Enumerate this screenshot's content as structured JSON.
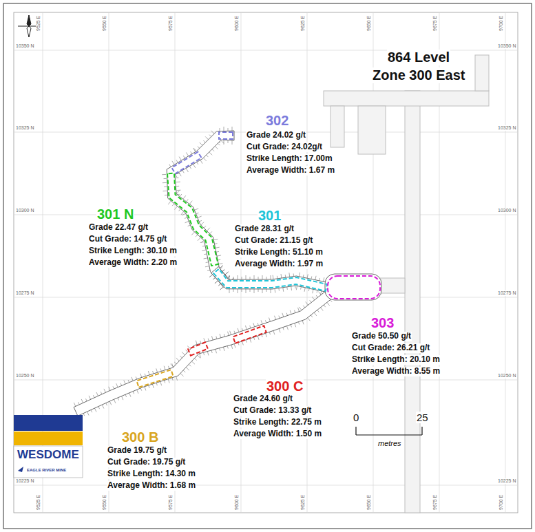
{
  "diagram": {
    "title": "864 Level",
    "labels": [
      "Zone 300 East",
      "302",
      "Grade 24.02 g/t",
      "Cut Grade: 24.02g/t",
      "Strike Length: 17.00m",
      "Average Width: 1.67 m",
      "301 N",
      "Grade 22.47 g/t",
      "Cut Grade: 14.75 g/t",
      "Strike Length: 30.10 m",
      "Average Width: 2.20 m",
      "301",
      "Grade 28.31 g/t",
      "Cut Grade: 21.15 g/t",
      "Strike Length: 51.10 m",
      "Average Width: 1.97 m",
      "303",
      "Grade 50.50 g/t",
      "Cut Grade: 26.21 g/t",
      "Strike Length: 20.10 m",
      "Average Width: 8.55 m",
      "300 C",
      "Grade 24.60 g/t",
      "Cut Grade: 13.33 g/t",
      "Strike Length: 22.75 m",
      "Average Width: 1.50 m",
      "300 B",
      "Grade 19.75 g/t",
      "Cut Grade: 19.75 g/t",
      "Strike Length: 14.30 m",
      "Average Width: 1.68 m",
      "WESDOME",
      "EAGLE RIVER MINE",
      "0",
      "25",
      "metres",
      "9525 E",
      "9550 E",
      "9575 E",
      "9600 E",
      "9625 E",
      "9650 E",
      "9675 E",
      "9700 E",
      "9525 E",
      "9550 E",
      "9575 E",
      "9600 E",
      "9625 E",
      "9650 E",
      "9675 E",
      "9700 E",
      "10350 N",
      "10325 N",
      "10300 N",
      "10275 N",
      "10250 N",
      "10225 N",
      "10350 N",
      "10325 N",
      "10300 N",
      "10275 N",
      "10250 N",
      "10225 N"
    ]
  }
}
